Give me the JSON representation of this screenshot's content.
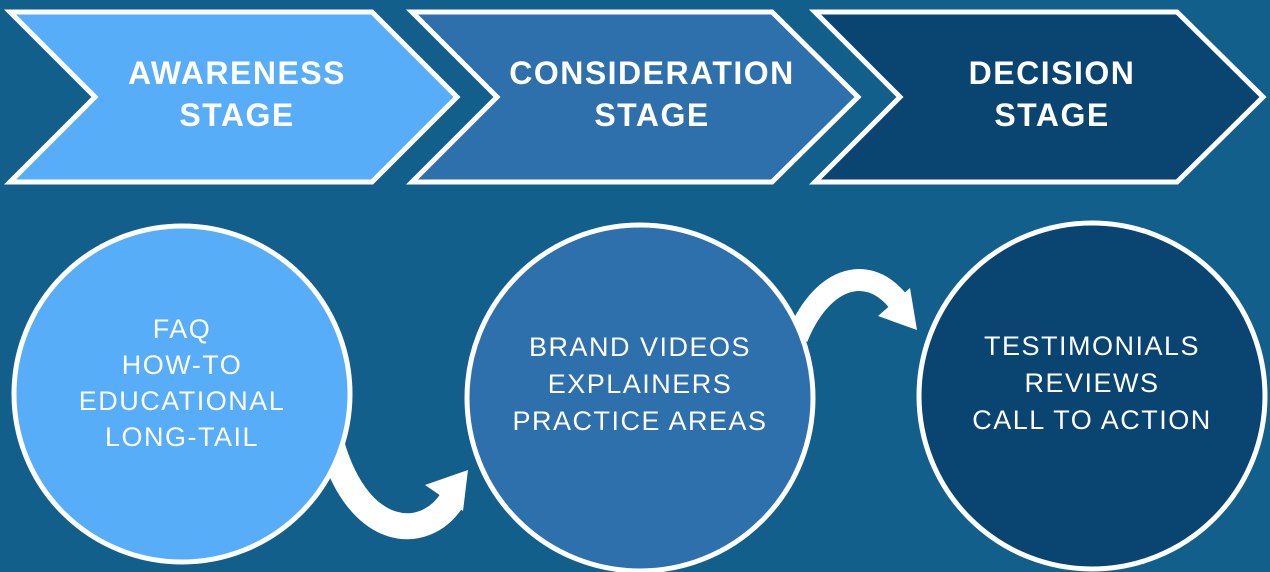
{
  "diagram": {
    "type": "marketing-funnel-flow",
    "colors": {
      "background": "#135F8B",
      "outline": "#FFFFFF",
      "connector": "#FFFFFF"
    },
    "stages": [
      {
        "id": "awareness",
        "label_line1": "AWARENESS",
        "label_line2": "STAGE",
        "color": "#58ADF8",
        "items": [
          "FAQ",
          "HOW-TO",
          "EDUCATIONAL",
          "LONG-TAIL"
        ]
      },
      {
        "id": "consideration",
        "label_line1": "CONSIDERATION",
        "label_line2": "STAGE",
        "color": "#2E70AC",
        "items": [
          "BRAND VIDEOS",
          "EXPLAINERS",
          "PRACTICE AREAS"
        ]
      },
      {
        "id": "decision",
        "label_line1": "DECISION",
        "label_line2": "STAGE",
        "color": "#0A4572",
        "items": [
          "TESTIMONIALS",
          "REVIEWS",
          "CALL TO ACTION"
        ]
      }
    ],
    "connectors": [
      {
        "from": "awareness",
        "to": "consideration"
      },
      {
        "from": "consideration",
        "to": "decision"
      }
    ]
  }
}
